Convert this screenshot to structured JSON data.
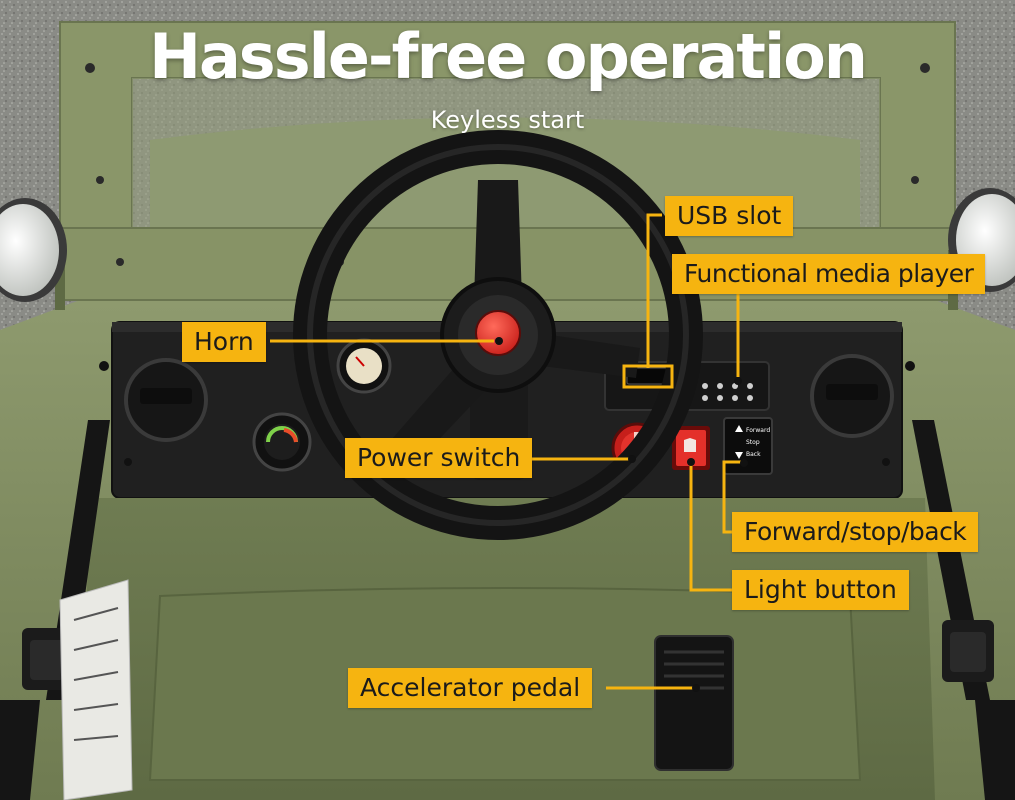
{
  "header": {
    "title": "Hassle-free operation",
    "subtitle": "Keyless start"
  },
  "callouts": {
    "usb": "USB slot",
    "media": "Functional media player",
    "horn": "Horn",
    "power": "Power switch",
    "direction": "Forward/stop/back",
    "light": "Light button",
    "pedal": "Accelerator pedal"
  },
  "dashboard_text": {
    "forward": "Forward",
    "stop": "Stop",
    "back": "Back"
  },
  "colors": {
    "callout_bg": "#f6b410",
    "callout_line": "#f6b410",
    "body_green": "#7d8a5d",
    "horn_red": "#e8332c"
  }
}
